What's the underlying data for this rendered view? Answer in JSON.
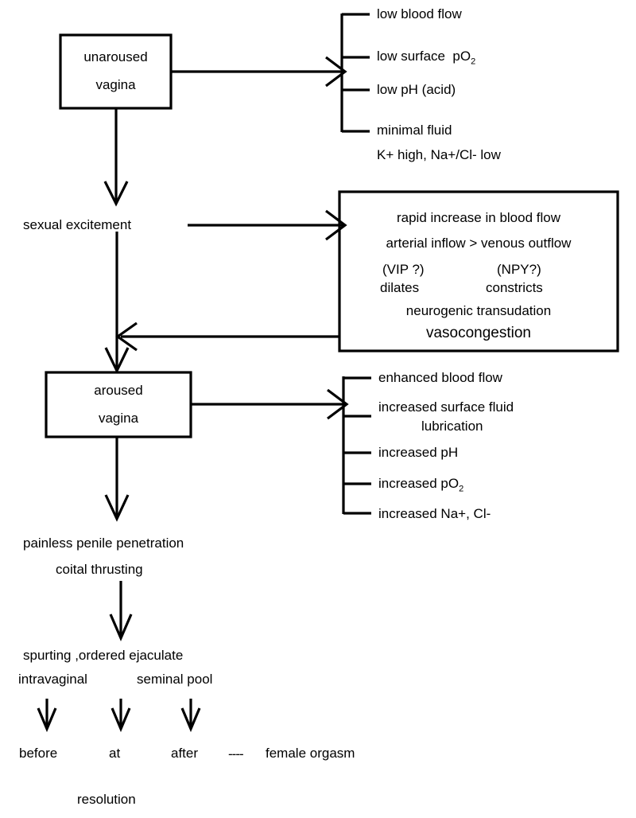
{
  "diagram": {
    "title": "Vaginal sexual response flow diagram",
    "background_color": "#ffffff",
    "stroke_color": "#000000"
  },
  "boxes": {
    "unaroused": {
      "line1": "unaroused",
      "line2": "vagina"
    },
    "aroused": {
      "line1": "aroused",
      "line2": "vagina"
    },
    "mechanism": {
      "line1": "rapid increase in blood flow",
      "line2": "arterial inflow > venous outflow",
      "line3_left": "(VIP ?)",
      "line3_right": "(NPY?)",
      "line4_left": "dilates",
      "line4_right": "constricts",
      "line5": "neurogenic transudation",
      "line6": "vasocongestion"
    }
  },
  "unaroused_effects": {
    "items": [
      "low blood flow",
      "low surface  pO",
      "low pH (acid)",
      "minimal fluid"
    ],
    "item2_subscript": "2",
    "footnote": "K+ high, Na+/Cl- low"
  },
  "aroused_effects": {
    "items": [
      "enhanced blood flow",
      "increased surface fluid",
      "lubrication",
      "increased pH",
      "increased pO",
      "increased Na+, Cl-"
    ],
    "po2_subscript": "2"
  },
  "stages": {
    "sexual_excitement": "sexual excitement",
    "penetration_line1": "painless penile penetration",
    "penetration_line2": "coital thrusting",
    "ejaculate_line1": "spurting ,ordered ejaculate",
    "ejaculate_left": "intravaginal",
    "ejaculate_right": "seminal pool",
    "timing_before": "before",
    "timing_at": "at",
    "timing_after": "after",
    "dashes": "----",
    "female_orgasm": "female orgasm",
    "resolution": "resolution"
  }
}
